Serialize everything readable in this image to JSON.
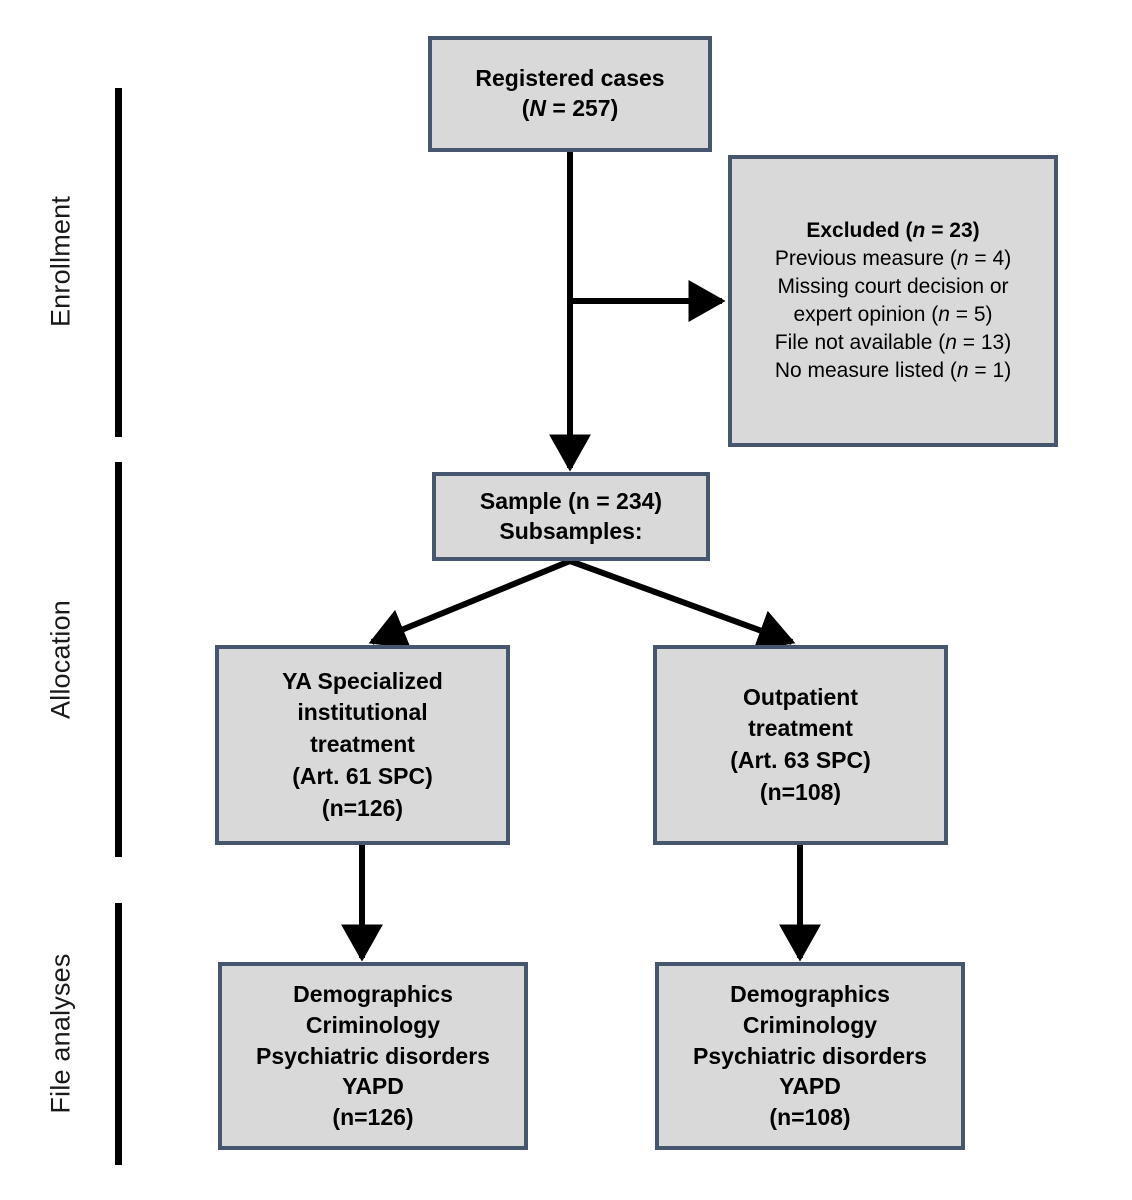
{
  "figure": {
    "type": "flowchart",
    "description": "CONSORT-style participant flow diagram",
    "box_fill": "#d9d9d9",
    "box_border": "#46566e",
    "line_color": "#000000"
  },
  "stages": [
    {
      "id": "enrollment",
      "label": "Enrollment"
    },
    {
      "id": "allocation",
      "label": "Allocation"
    },
    {
      "id": "file_analyses",
      "label": "File analyses"
    }
  ],
  "nodes": {
    "registered": {
      "lines": [
        {
          "text": "Registered cases",
          "bold": true
        },
        {
          "text": "(N = 257)",
          "bold": true,
          "italic_token": "N"
        }
      ]
    },
    "excluded": {
      "lines": [
        {
          "text": "Excluded (n = 23)",
          "bold": true,
          "italic_token": "n"
        },
        {
          "text": "Previous measure (n = 4)",
          "bold": false,
          "italic_token": "n"
        },
        {
          "text": "Missing court decision or",
          "bold": false
        },
        {
          "text": "expert opinion (n = 5)",
          "bold": false,
          "italic_token": "n"
        },
        {
          "text": "File not available (n = 13)",
          "bold": false,
          "italic_token": "n"
        },
        {
          "text": "No measure listed (n = 1)",
          "bold": false,
          "italic_token": "n"
        }
      ]
    },
    "sample": {
      "lines": [
        {
          "text": "Sample (n = 234)",
          "bold": true
        },
        {
          "text": "Subsamples:",
          "bold": true
        }
      ]
    },
    "institutional": {
      "lines": [
        {
          "text": "YA Specialized",
          "bold": true
        },
        {
          "text": "institutional",
          "bold": true
        },
        {
          "text": "treatment",
          "bold": true
        },
        {
          "text": "(Art. 61 SPC)",
          "bold": true
        },
        {
          "text": "(n=126)",
          "bold": true
        }
      ]
    },
    "outpatient": {
      "lines": [
        {
          "text": "Outpatient",
          "bold": true
        },
        {
          "text": "treatment",
          "bold": true
        },
        {
          "text": "(Art. 63 SPC)",
          "bold": true
        },
        {
          "text": "(n=108)",
          "bold": true
        }
      ]
    },
    "analysis_left": {
      "lines": [
        {
          "text": "Demographics",
          "bold": true
        },
        {
          "text": "Criminology",
          "bold": true
        },
        {
          "text": "Psychiatric disorders",
          "bold": true
        },
        {
          "text": "YAPD",
          "bold": true
        },
        {
          "text": "(n=126)",
          "bold": true
        }
      ]
    },
    "analysis_right": {
      "lines": [
        {
          "text": "Demographics",
          "bold": true
        },
        {
          "text": "Criminology",
          "bold": true
        },
        {
          "text": "Psychiatric disorders",
          "bold": true
        },
        {
          "text": "YAPD",
          "bold": true
        },
        {
          "text": "(n=108)",
          "bold": true
        }
      ]
    }
  }
}
